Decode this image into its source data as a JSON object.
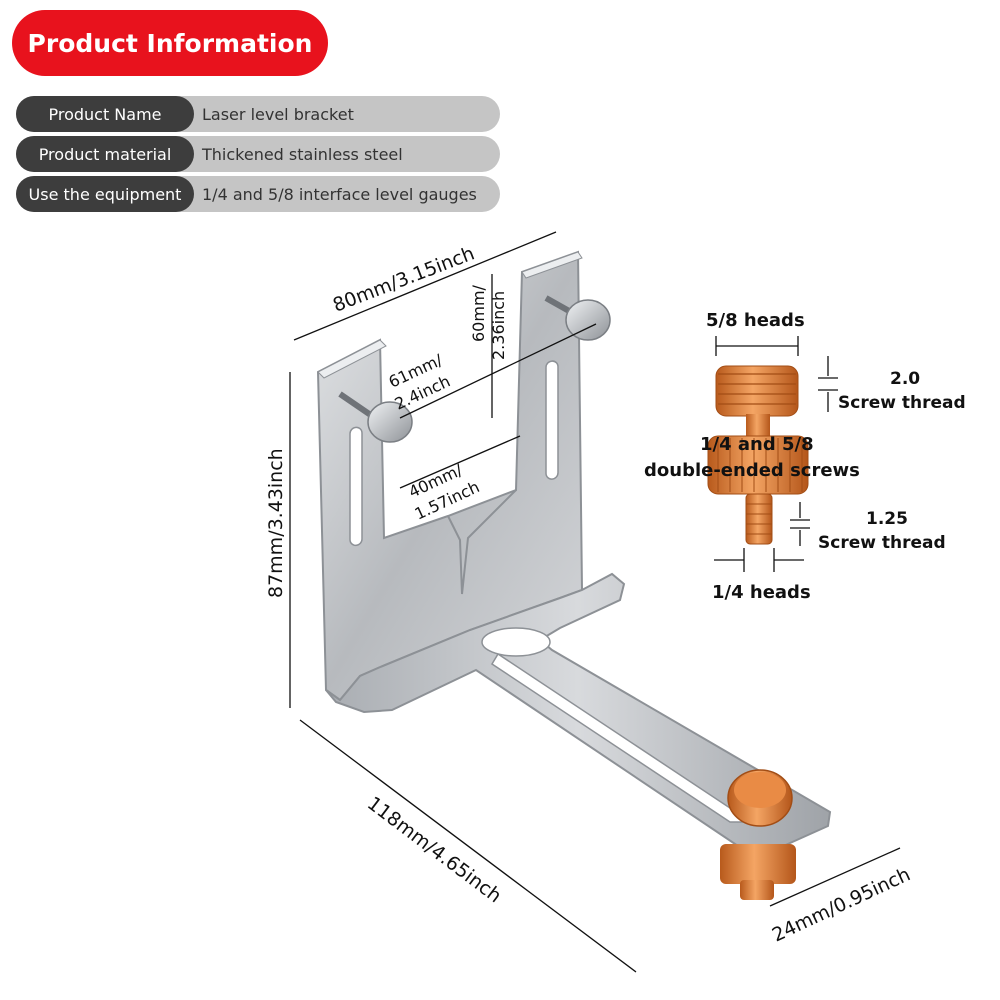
{
  "header": {
    "title": "Product Information"
  },
  "info": [
    {
      "label": "Product Name",
      "value": "Laser level bracket"
    },
    {
      "label": "Product material",
      "value": "Thickened stainless steel"
    },
    {
      "label": "Use the equipment",
      "value": "1/4 and 5/8 interface level gauges"
    }
  ],
  "dimensions": {
    "top_width": "80mm/3.15inch",
    "height": "87mm/3.43inch",
    "base_length": "118mm/4.65inch",
    "foot_width": "24mm/0.95inch",
    "inner_width": "61mm/2.4inch",
    "slot_depth_1": "60mm/",
    "slot_depth_2": "2.36inch",
    "notch_width_1": "40mm/",
    "notch_width_2": "1.57inch",
    "inner_1": "61mm/",
    "inner_2": "2.4inch"
  },
  "screw": {
    "top_heads": "5/8 heads",
    "top_thread_value": "2.0",
    "top_thread_label": "Screw thread",
    "name_line1": "1/4 and 5/8",
    "name_line2": "double-ended screws",
    "bottom_thread_value": "1.25",
    "bottom_thread_label": "Screw thread",
    "bottom_heads": "1/4 heads"
  },
  "colors": {
    "accent": "#e8121d",
    "label_bg": "#3d3d3d",
    "row_bg": "#c5c5c5",
    "steel": "#b9bcc0",
    "copper": "#d9762e"
  }
}
